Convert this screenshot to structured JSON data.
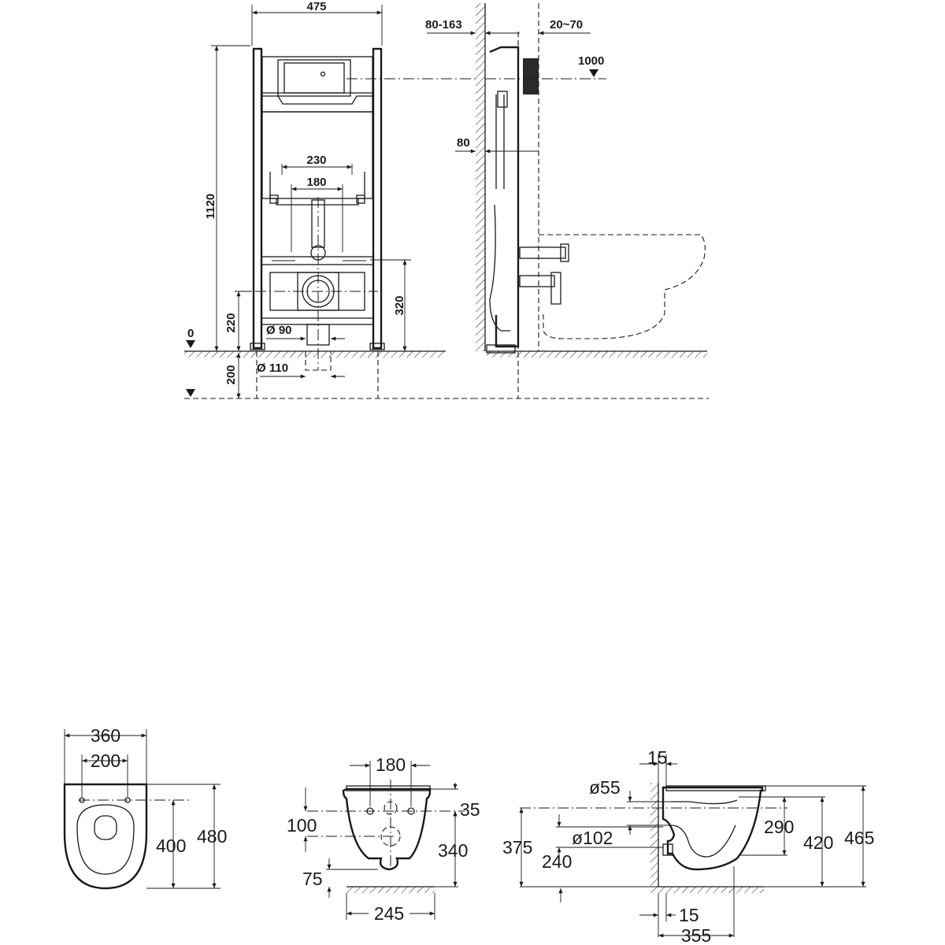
{
  "frame_front": {
    "width": "475",
    "height": "1120",
    "inner_230": "230",
    "inner_180": "180",
    "outlet_height": "320",
    "h220": "220",
    "floor_zero": "0",
    "below_200": "200",
    "pipe_90": "Ø 90",
    "pipe_110": "Ø 110"
  },
  "frame_side": {
    "wall_range": "80-163",
    "depth_range": "20~70",
    "button_height": "1000",
    "d80": "80"
  },
  "bowl_top": {
    "w360": "360",
    "w200": "200",
    "l400": "400",
    "l480": "480"
  },
  "bowl_back": {
    "w180": "180",
    "h100": "100",
    "h35": "35",
    "h340": "340",
    "h75": "75",
    "w245": "245"
  },
  "bowl_side": {
    "d15_top": "15",
    "dia55": "ø55",
    "dia102": "ø102",
    "h375": "375",
    "h240": "240",
    "h290": "290",
    "h420": "420",
    "h465": "465",
    "d15_bottom": "15",
    "l355": "355"
  }
}
